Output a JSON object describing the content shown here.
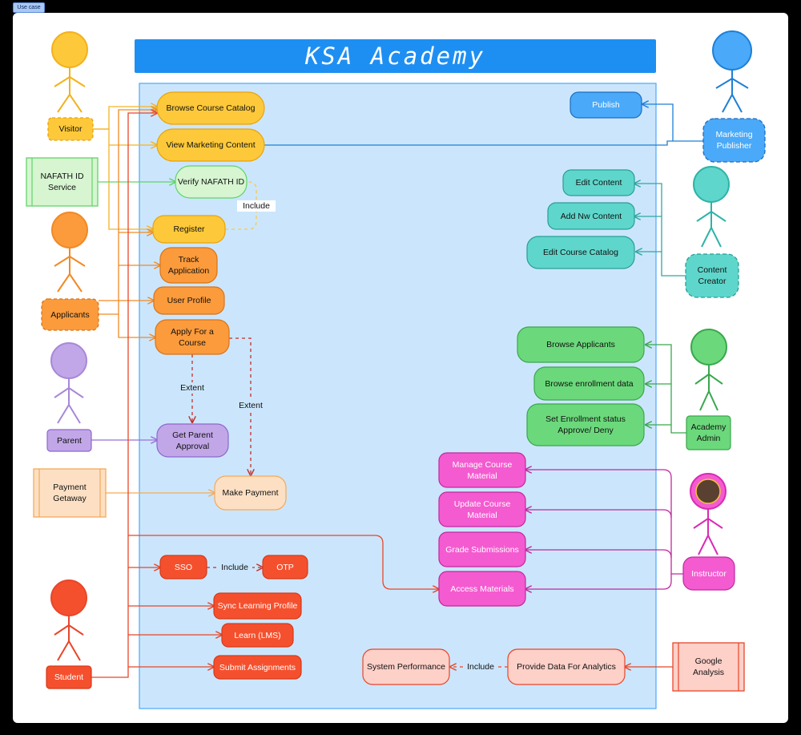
{
  "frame_tag": "Use case",
  "title": "KSA Academy",
  "edge_labels": {
    "include_verify": "Include",
    "extent_parent": "Extent",
    "extent_payment": "Extent",
    "include_otp": "Include",
    "include_system": "Include"
  },
  "actors": {
    "visitor": {
      "label": "Visitor"
    },
    "nafath": {
      "label": "NAFATH ID Service"
    },
    "applicants": {
      "label": "Applicants"
    },
    "parent": {
      "label": "Parent"
    },
    "payment": {
      "label": "Payment Getaway"
    },
    "student": {
      "label": "Student"
    },
    "marketing": {
      "label": "Marketing Publisher"
    },
    "content": {
      "label": "Content Creator"
    },
    "admin": {
      "label": "Academy Admin"
    },
    "instructor": {
      "label": "Instructor"
    },
    "google": {
      "label": "Google Analysis"
    }
  },
  "use_cases": {
    "browse_catalog": "Browse Course Catalog",
    "view_marketing": "View Marketing Content",
    "verify_nafath": "Verify NAFATH ID",
    "register": "Register",
    "track": "Track Application",
    "profile": "User Profile",
    "apply": "Apply For a Course",
    "parent_approval": "Get Parent Approval",
    "make_payment": "Make Payment",
    "sso": "SSO",
    "otp": "OTP",
    "sync": "Sync Learning Profile",
    "learn": "Learn (LMS)",
    "submit": "Submit Assignments",
    "publish": "Publish",
    "edit_content": "Edit Content",
    "add_content": "Add Nw Content",
    "edit_catalog": "Edit Course Catalog",
    "browse_applicants": "Browse Applicants",
    "browse_enrollment": "Browse enrollment data",
    "set_enrollment": "Set Enrollment status Approve/ Deny",
    "manage_material": "Manage Course Material",
    "update_material": "Update Course Material",
    "grade": "Grade Submissions",
    "access": "Access Materials",
    "system_perf": "System Performance",
    "provide_data": "Provide Data For Analytics"
  },
  "colors": {
    "yellow": "#fdc93a",
    "green_light": "#d6f5d0",
    "orange": "#fb9b3c",
    "purple": "#c2a7e8",
    "peach": "#fde0c4",
    "red": "#f5502e",
    "blue": "#4aa9f8",
    "teal": "#5fd6cb",
    "green": "#6bd97b",
    "magenta": "#f45bd0",
    "salmon": "#fdd0c8",
    "system": "#cbe6fc"
  }
}
